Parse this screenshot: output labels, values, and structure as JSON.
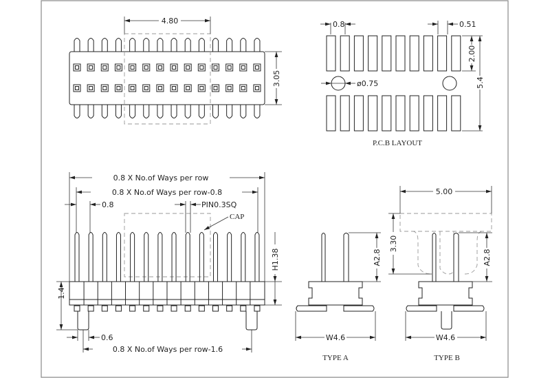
{
  "top_view": {
    "dim_width": "4.80",
    "dim_height": "3.05",
    "pin_count_per_row": 14
  },
  "pcb_layout": {
    "title": "P.C.B LAYOUT",
    "dim_pitch": "0.8",
    "dim_pad_width": "0.51",
    "dim_pad_length": "2.00",
    "dim_total": "5.4",
    "dim_hole": "ø0.75",
    "pads_per_row": 10
  },
  "side_view": {
    "dim_overall": "0.8 X No.of Ways per row",
    "dim_overall_minus": "0.8 X No.of Ways per row-0.8",
    "dim_pitch": "0.8",
    "dim_pin": "PIN0.3SQ",
    "cap_label": "CAP",
    "dim_height": "H1.38",
    "dim_body": "1.4",
    "dim_post": "0.6",
    "dim_post_span": "0.8 X No.of Ways per row-1.6"
  },
  "type_a": {
    "label": "TYPE A",
    "dim_width": "W4.6",
    "dim_pin": "A2.8"
  },
  "type_b": {
    "label": "TYPE B",
    "dim_width": "W4.6",
    "dim_pin": "A2.8",
    "dim_cap_width": "5.00",
    "dim_cap_height": "3.30"
  }
}
